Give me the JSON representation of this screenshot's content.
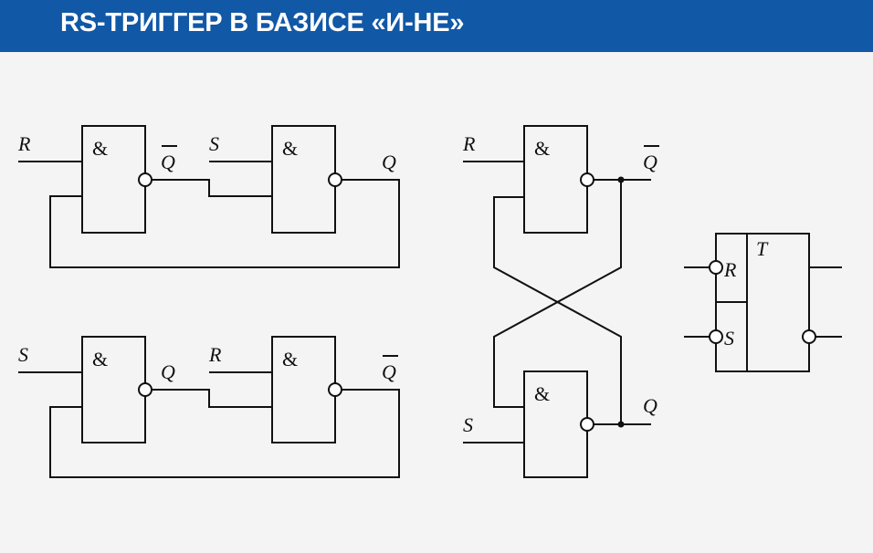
{
  "header": {
    "title": "RS-ТРИГГЕР В БАЗИСЕ «И-НЕ»"
  },
  "symbols": {
    "and": "&",
    "R": "R",
    "S": "S",
    "Q": "Q",
    "T": "T"
  }
}
